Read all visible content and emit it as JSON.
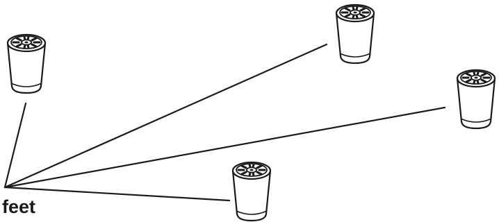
{
  "label": {
    "text": "feet"
  },
  "items": [
    {
      "name": "furniture-foot-1"
    },
    {
      "name": "furniture-foot-2"
    },
    {
      "name": "furniture-foot-3"
    },
    {
      "name": "furniture-foot-4"
    }
  ],
  "colors": {
    "stroke": "#1a1a1a",
    "background": "#ffffff"
  }
}
